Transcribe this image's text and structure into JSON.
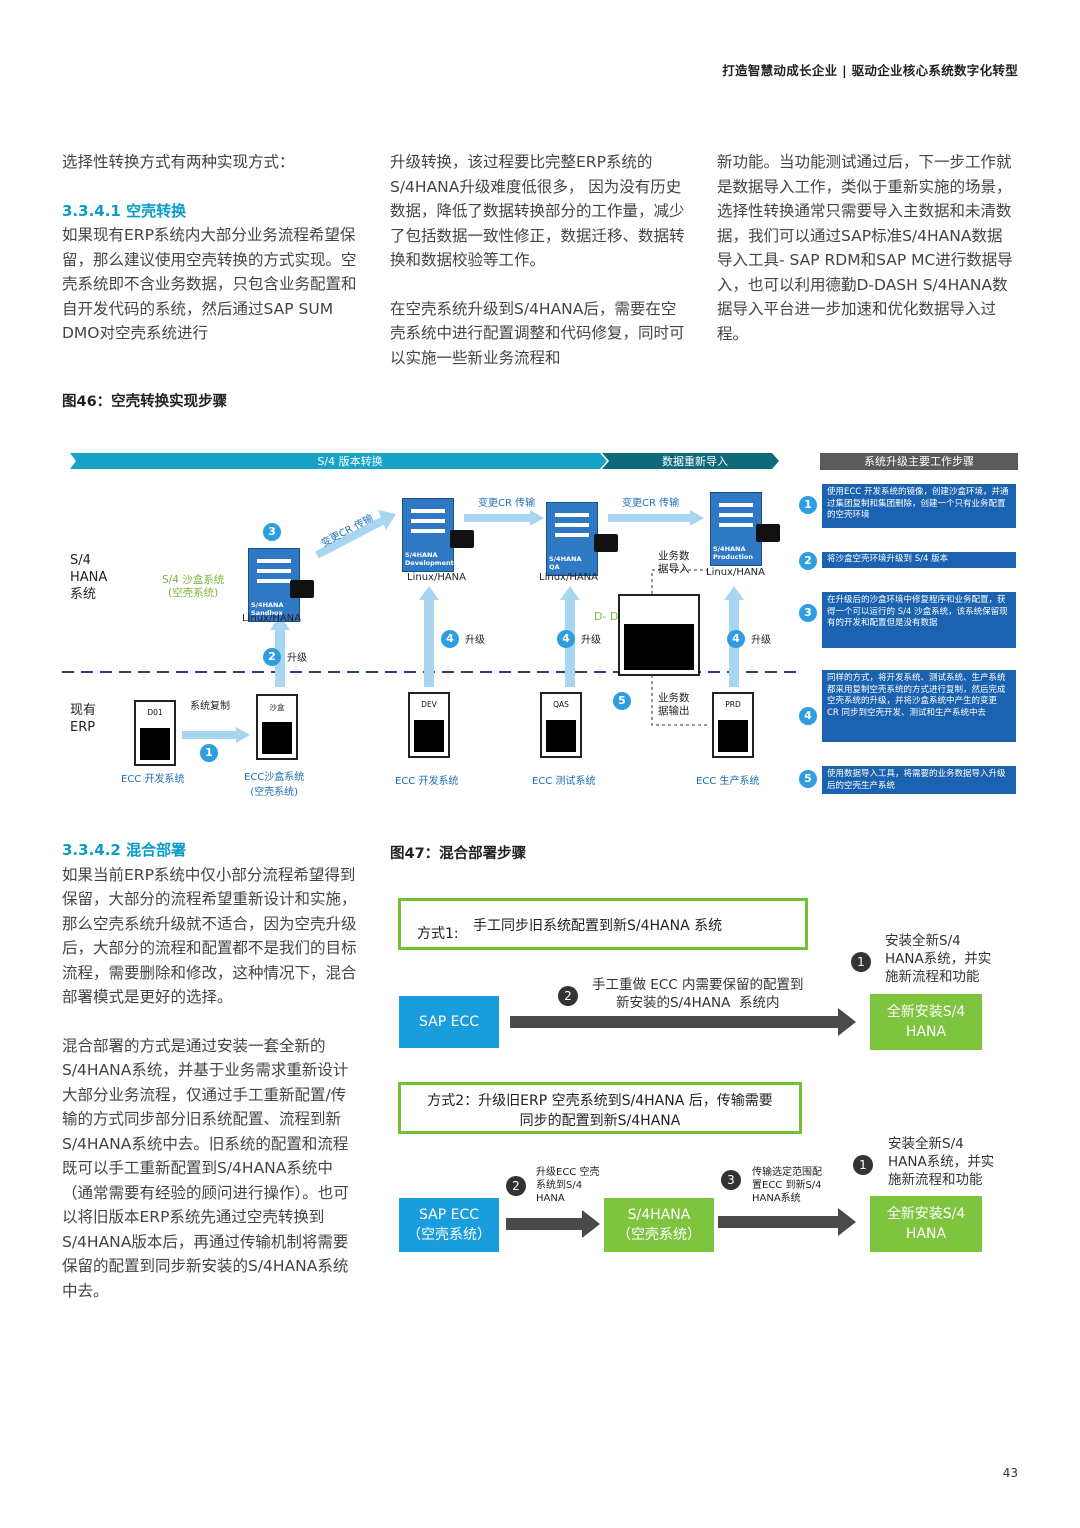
{
  "header": {
    "title": "打造智慧动成长企业 | 驱动企业核心系统数字化转型"
  },
  "col1": {
    "intro": "选择性转换方式有两种实现方式：",
    "heading": "3.3.4.1 空壳转换",
    "body": "如果现有ERP系统内大部分业务流程希望保留，那么建议使用空壳转换的方式实现。空壳系统即不含业务数据，只包含业务配置和自开发代码的系统，然后通过SAP SUM DMO对空壳系统进行"
  },
  "col2": {
    "p1": "升级转换，该过程要比完整ERP系统的S/4HANA升级难度低很多， 因为没有历史数据，降低了数据转换部分的工作量，减少了包括数据一致性修正，数据迁移、数据转换和数据校验等工作。",
    "p2": "在空壳系统升级到S/4HANA后，需要在空壳系统中进行配置调整和代码修复，同时可以实施一些新业务流程和"
  },
  "col3": {
    "p1": "新功能。当功能测试通过后，下一步工作就是数据导入工作，类似于重新实施的场景，选择性转换通常只需要导入主数据和未清数据，我们可以通过SAP标准S/4HANA数据导入工具- SAP RDM和SAP MC进行数据导入，也可以利用德勤D-DASH S/4HANA数据导入平台进一步加速和优化数据导入过程。"
  },
  "fig46": {
    "title": "图46：空壳转换实现步骤",
    "bar1": "S/4 版本转换",
    "bar2": "数据重新导入",
    "bar3": "系统升级主要工作步骤",
    "row_top": "S/4\nHANA\n系统",
    "row_bottom": "现有\nERP",
    "sandbox_label": "S/4 沙盒系统\n(空壳系统)",
    "srv_sandbox": "S/4HANA\nSandbox",
    "srv_dev": "S/4HANA\nDevelopment",
    "srv_qa": "S/4HANA\nQA",
    "srv_prd": "S/4HANA\nProduction",
    "linux": "Linux/HANA",
    "cr1": "变更CR 传输",
    "cr2": "变更CR 传输",
    "cr3": "变更CR 传输",
    "import_lbl": "业务数\n据导入",
    "export_lbl": "业务数\n据输出",
    "ddash": "D- Dash / SAP MC",
    "upgrade": "升级",
    "syscopy": "系统复制",
    "boxes": {
      "d01": "D01",
      "sandbox": "沙盒",
      "dev": "DEV",
      "qas": "QAS",
      "prd": "PRD"
    },
    "box_labels": {
      "ecc_dev1": "ECC 开发系统",
      "ecc_sandbox": "ECC沙盒系统\n(空壳系统)",
      "ecc_dev2": "ECC 开发系统",
      "ecc_test": "ECC 测试系统",
      "ecc_prd": "ECC 生产系统"
    },
    "nums": {
      "n1": "1",
      "n2": "2",
      "n3": "3",
      "n4": "4",
      "n5": "5"
    },
    "steps": [
      {
        "num": "1",
        "text": "使用ECC 开发系统的镜像，创建沙盒环境，并通过集团复制和集团删除，创建一个只有业务配置的空壳环境"
      },
      {
        "num": "2",
        "text": "将沙盒空壳环境升级到 S/4 版本"
      },
      {
        "num": "3",
        "text": "在升级后的沙盒环境中修复程序和业务配置，获得一个可以运行的 S/4 沙盒系统，该系统保留现有的开发和配置但是没有数据"
      },
      {
        "num": "4",
        "text": "同样的方式，将开发系统、测试系统、生产系统都采用复制空壳系统的方式进行复制，然后完成空壳系统的升级，并将沙盒系统中产生的变更 CR 同步到空壳开发、测试和生产系统中去"
      },
      {
        "num": "5",
        "text": "使用数据导入工具，将需要的业务数据导入升级后的空壳生产系统"
      }
    ]
  },
  "col1b": {
    "heading": "3.3.4.2 混合部署",
    "p1": "如果当前ERP系统中仅小部分流程希望得到保留，大部分的流程希望重新设计和实施，那么空壳系统升级就不适合，因为空壳升级后，大部分的流程和配置都不是我们的目标流程，需要删除和修改，这种情况下，混合部署模式是更好的选择。",
    "p2": "混合部署的方式是通过安装一套全新的S/4HANA系统，并基于业务需求重新设计大部分业务流程，仅通过手工重新配置/传输的方式同步部分旧系统配置、流程到新S/4HANA系统中去。旧系统的配置和流程既可以手工重新配置到S/4HANA系统中（通常需要有经验的顾问进行操作）。也可以将旧版本ERP系统先通过空壳转换到S/4HANA版本后，再通过传输机制将需要保留的配置到同步新安装的S/4HANA系统中去。"
  },
  "fig47": {
    "title": "图47：混合部署步骤",
    "m1_prefix": "方式1:",
    "m1_text": "手工同步旧系统配置到新S/4HANA  系统",
    "m1_step1_num": "1",
    "m1_step1": "安装全新S/4\nHANA系统，并实\n施新流程和功能",
    "m1_step2_num": "2",
    "m1_step2": "手工重做 ECC 内需要保留的配置到\n新安装的S/4HANA  系统内",
    "m1_src": "SAP ECC",
    "m1_dst": "全新安装S/4\nHANA",
    "m2_text": "方式2：升级旧ERP 空壳系统到S/4HANA 后，传输需要\n同步的配置到新S/4HANA",
    "m2_step1_num": "1",
    "m2_step1": "安装全新S/4\nHANA系统，并实\n施新流程和功能",
    "m2_step2_num": "2",
    "m2_step2": "升级ECC 空壳\n系统到S/4\nHANA",
    "m2_step3_num": "3",
    "m2_step3": "传输选定范围配\n置ECC 到新S/4\nHANA系统",
    "m2_src": "SAP ECC\n（空壳系统）",
    "m2_mid": "S/4HANA\n（空壳系统）",
    "m2_dst": "全新安装S/4\nHANA"
  },
  "page_number": "43"
}
